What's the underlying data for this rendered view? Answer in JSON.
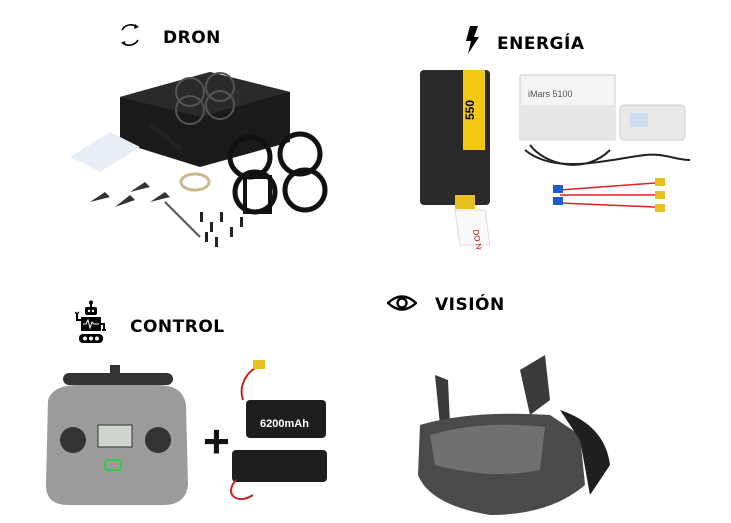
{
  "sections": {
    "dron": {
      "title": "DRON",
      "icon": "refresh-cycle-icon"
    },
    "energia": {
      "title": "ENERGÍA",
      "icon": "lightning-bolt-icon"
    },
    "control": {
      "title": "CONTROL",
      "icon": "robot-icon",
      "plus": "+"
    },
    "vision": {
      "title": "VISIÓN",
      "icon": "eye-icon"
    }
  },
  "product_labels": {
    "battery": "550",
    "charger": "iMars 5100",
    "warning_tag": "DO NOT",
    "radio_battery": "6200mAh"
  }
}
